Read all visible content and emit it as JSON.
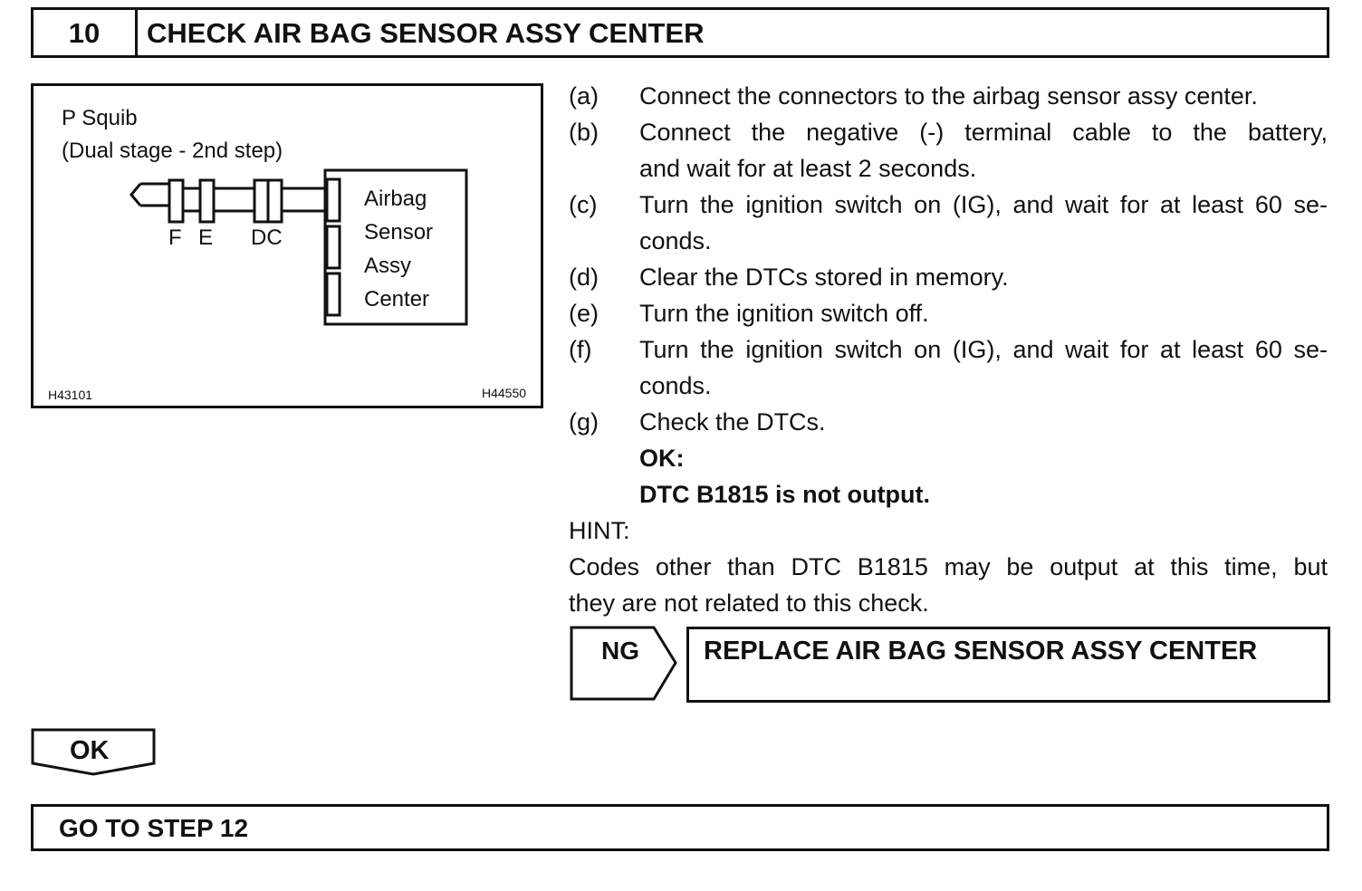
{
  "header": {
    "number": "10",
    "title": "CHECK AIR BAG SENSOR ASSY CENTER"
  },
  "diagram": {
    "title_line1": "P Squib",
    "title_line2": "(Dual stage - 2nd step)",
    "connector_labels": [
      "F",
      "E",
      "DC"
    ],
    "component_lines": [
      "Airbag",
      "Sensor",
      "Assy",
      "Center"
    ],
    "code_left": "H43101",
    "code_right": "H44550"
  },
  "steps": [
    {
      "label": "(a)",
      "lines": [
        "Connect the connectors to the airbag sensor assy center."
      ]
    },
    {
      "label": "(b)",
      "lines": [
        "Connect the negative (-) terminal cable to the battery,",
        "and wait for at least 2 seconds."
      ]
    },
    {
      "label": "(c)",
      "lines": [
        "Turn the ignition switch on (IG), and wait for at least 60 se-",
        "conds."
      ]
    },
    {
      "label": "(d)",
      "lines": [
        "Clear the DTCs stored in memory."
      ]
    },
    {
      "label": "(e)",
      "lines": [
        "Turn the ignition switch off."
      ]
    },
    {
      "label": "(f)",
      "lines": [
        "Turn the ignition switch on (IG), and wait for at least 60 se-",
        "conds."
      ]
    },
    {
      "label": "(g)",
      "lines": [
        "Check the DTCs."
      ]
    }
  ],
  "ok_criteria": {
    "label": "OK:",
    "text": "DTC B1815 is not output."
  },
  "hint": {
    "label": "HINT:",
    "line1": "Codes other than DTC B1815 may be output at this time, but",
    "line2": "they are not related to this check."
  },
  "ng": {
    "label": "NG",
    "action": "REPLACE AIR BAG SENSOR ASSY CENTER"
  },
  "ok": {
    "label": "OK"
  },
  "goto": {
    "text": "GO TO STEP 12"
  }
}
